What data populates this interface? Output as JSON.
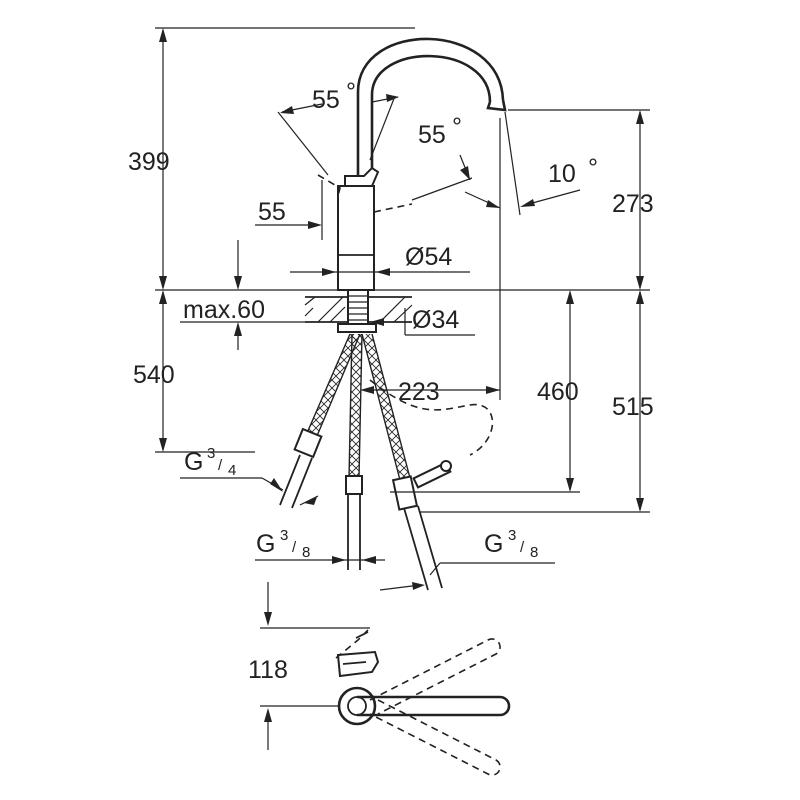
{
  "labels": {
    "d399": "399",
    "d55a1": "55",
    "deg1": "°",
    "d55a2": "55",
    "deg2": "°",
    "d10": "10",
    "deg3": "°",
    "d273": "273",
    "d55": "55",
    "d54": "Ø54",
    "max60": "max.60",
    "d34": "Ø34",
    "d540": "540",
    "d223": "223",
    "d460": "460",
    "d515": "515",
    "g34_main": "G",
    "g34_num": "3",
    "g34_den": "4",
    "g38a_main": "G",
    "g38a_num": "3",
    "g38a_den": "8",
    "g38b_main": "G",
    "g38b_num": "3",
    "g38b_den": "8",
    "d118": "118"
  },
  "colors": {
    "line": "#222222",
    "background": "#ffffff"
  }
}
